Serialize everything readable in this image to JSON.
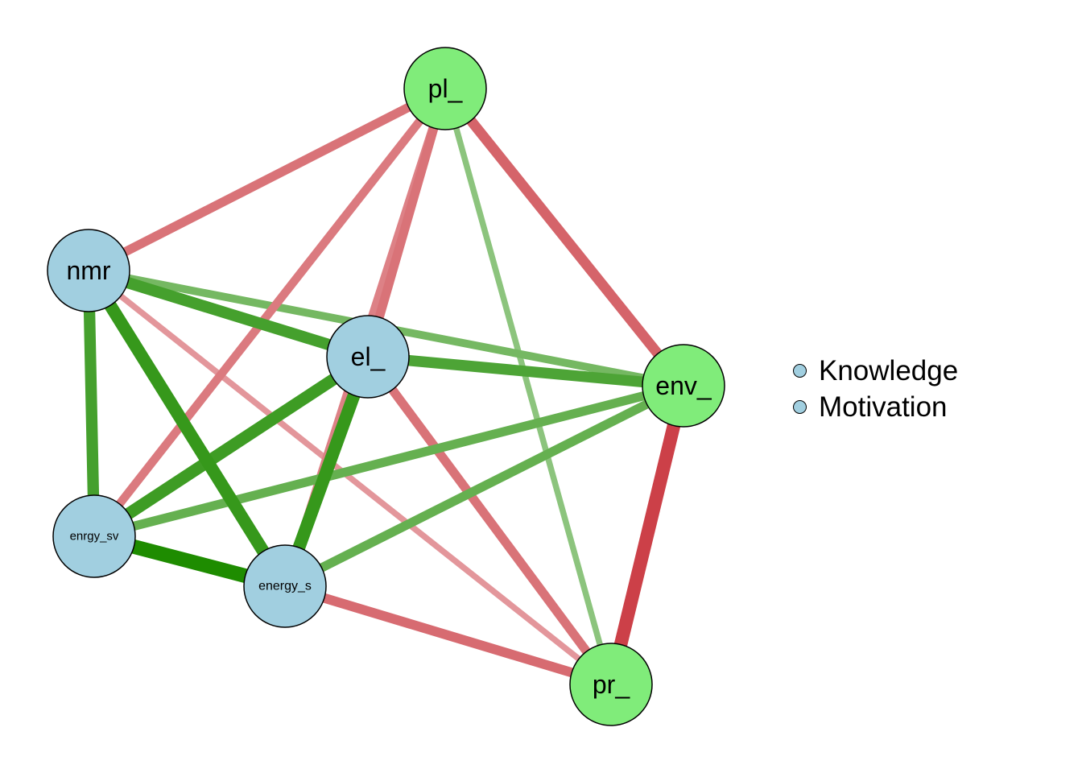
{
  "nodes": [
    {
      "id": "pl_",
      "label": "pl_",
      "group": "Motivation",
      "fill": "#80EC7A"
    },
    {
      "id": "nmr",
      "label": "nmr",
      "group": "Knowledge",
      "fill": "#A1CFE0"
    },
    {
      "id": "el_",
      "label": "el_",
      "group": "Knowledge",
      "fill": "#A1CFE0"
    },
    {
      "id": "env_",
      "label": "env_",
      "group": "Motivation",
      "fill": "#80EC7A"
    },
    {
      "id": "enrgy_sv",
      "label": "enrgy_sv",
      "group": "Knowledge",
      "fill": "#A1CFE0"
    },
    {
      "id": "energy_s",
      "label": "energy_s",
      "group": "Knowledge",
      "fill": "#A1CFE0"
    },
    {
      "id": "pr_",
      "label": "pr_",
      "group": "Motivation",
      "fill": "#80EC7A"
    }
  ],
  "edges": [
    {
      "source": "pl_",
      "target": "nmr",
      "sign": "negative",
      "strength": 0.55
    },
    {
      "source": "pl_",
      "target": "enrgy_sv",
      "sign": "negative",
      "strength": 0.5
    },
    {
      "source": "pl_",
      "target": "el_",
      "sign": "negative",
      "strength": 0.55
    },
    {
      "source": "pl_",
      "target": "energy_s",
      "sign": "negative",
      "strength": 0.45
    },
    {
      "source": "pl_",
      "target": "env_",
      "sign": "negative",
      "strength": 0.65
    },
    {
      "source": "pl_",
      "target": "pr_",
      "sign": "positive",
      "strength": 0.3
    },
    {
      "source": "nmr",
      "target": "el_",
      "sign": "positive",
      "strength": 0.75
    },
    {
      "source": "nmr",
      "target": "env_",
      "sign": "positive",
      "strength": 0.45
    },
    {
      "source": "nmr",
      "target": "enrgy_sv",
      "sign": "positive",
      "strength": 0.75
    },
    {
      "source": "nmr",
      "target": "energy_s",
      "sign": "positive",
      "strength": 0.85
    },
    {
      "source": "nmr",
      "target": "pr_",
      "sign": "negative",
      "strength": 0.3
    },
    {
      "source": "el_",
      "target": "env_",
      "sign": "positive",
      "strength": 0.7
    },
    {
      "source": "el_",
      "target": "enrgy_sv",
      "sign": "positive",
      "strength": 0.8
    },
    {
      "source": "el_",
      "target": "energy_s",
      "sign": "positive",
      "strength": 0.85
    },
    {
      "source": "el_",
      "target": "pr_",
      "sign": "negative",
      "strength": 0.55
    },
    {
      "source": "env_",
      "target": "enrgy_sv",
      "sign": "positive",
      "strength": 0.55
    },
    {
      "source": "env_",
      "target": "energy_s",
      "sign": "positive",
      "strength": 0.55
    },
    {
      "source": "env_",
      "target": "pr_",
      "sign": "negative",
      "strength": 0.9
    },
    {
      "source": "enrgy_sv",
      "target": "energy_s",
      "sign": "positive",
      "strength": 1.0
    },
    {
      "source": "energy_s",
      "target": "pr_",
      "sign": "negative",
      "strength": 0.6
    }
  ],
  "legend": {
    "items": [
      {
        "label": "Knowledge",
        "color": "#A1CFE0"
      },
      {
        "label": "Motivation",
        "color": "#A1CFE0"
      }
    ]
  },
  "colors": {
    "positive": "#1E8C00",
    "negative": "#C8323A",
    "node_border": "#000000"
  }
}
